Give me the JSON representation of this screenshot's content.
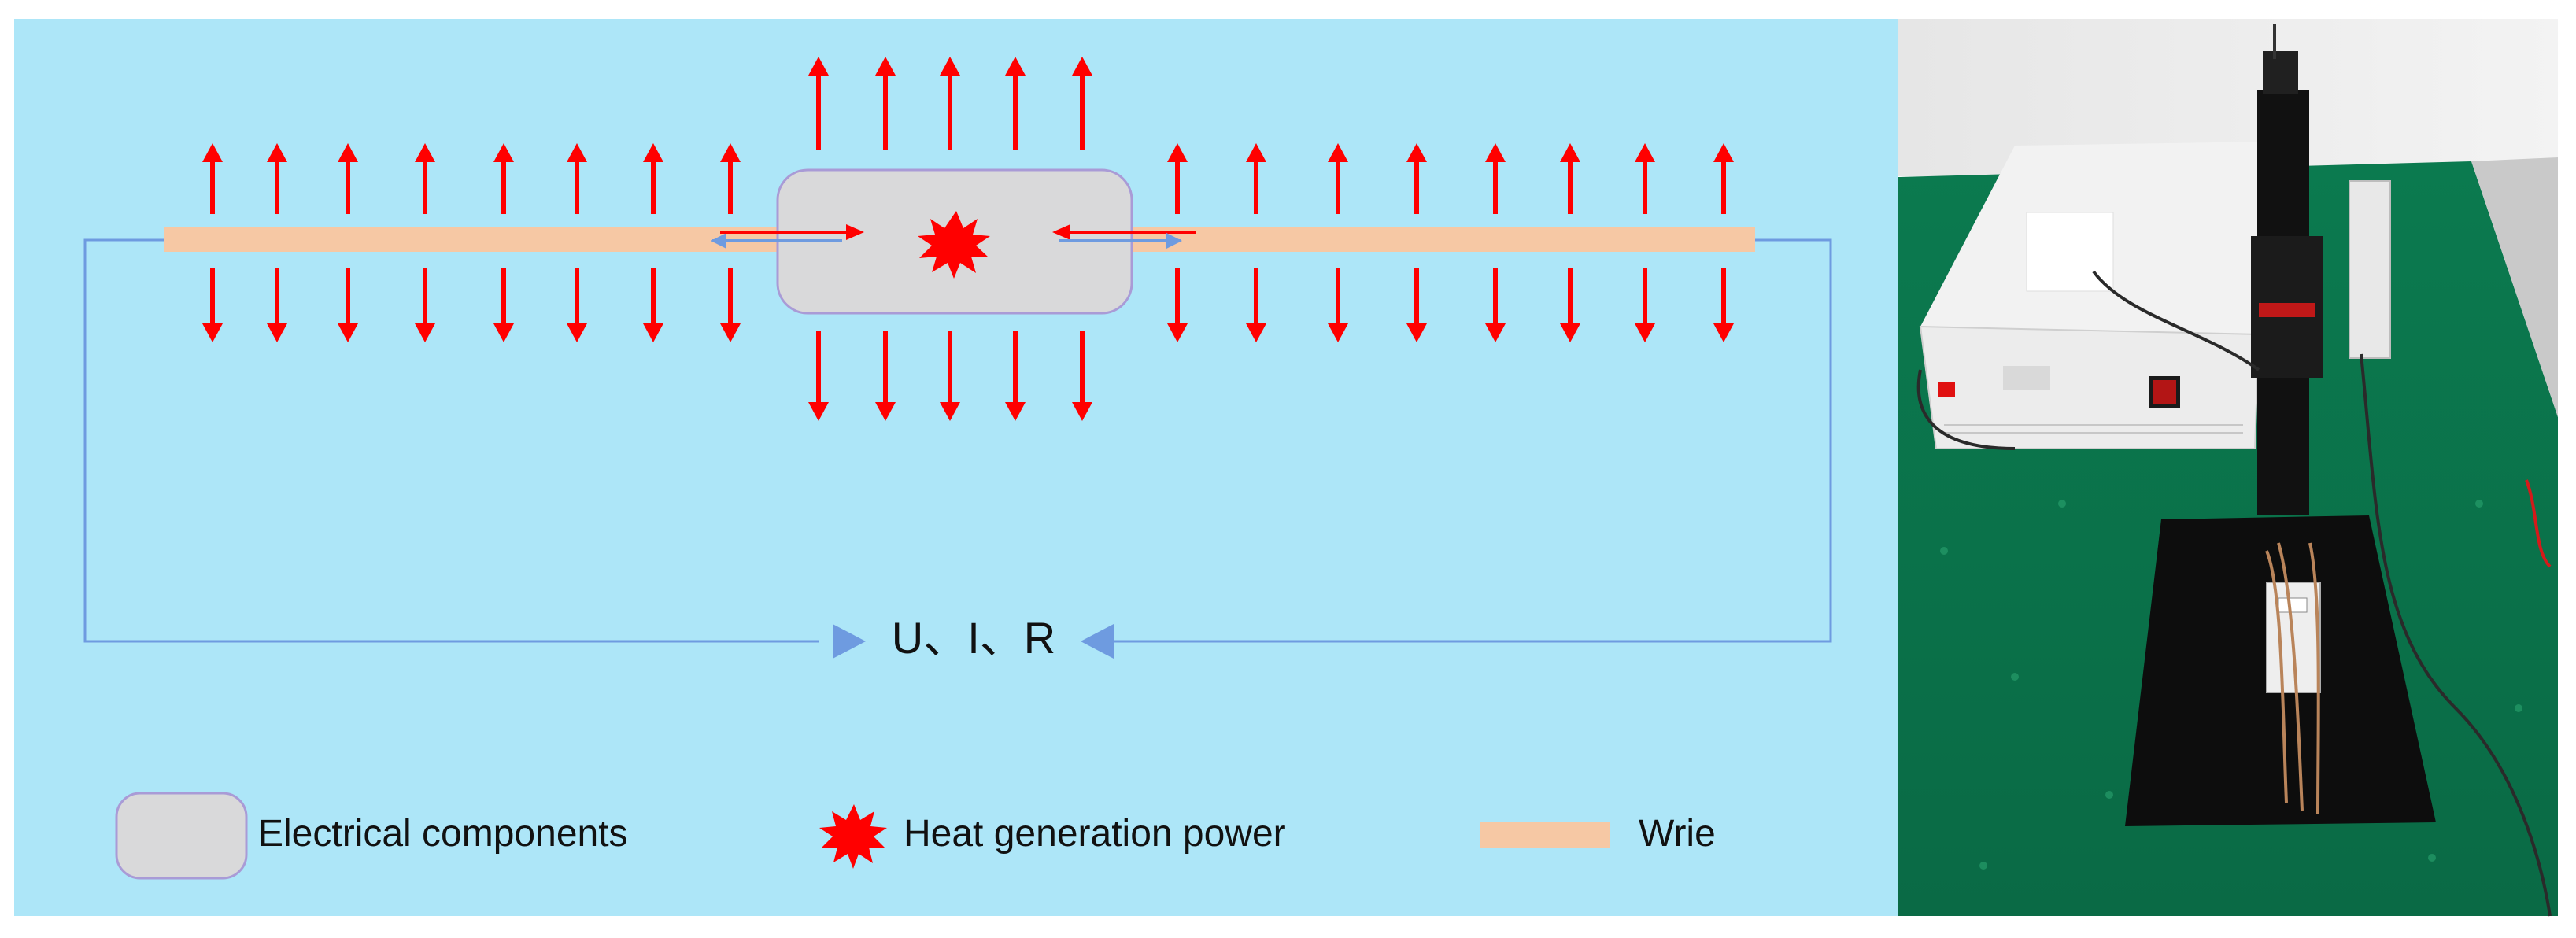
{
  "diagram": {
    "background_color": "#ade6f8",
    "arrow_color": "#ff0000",
    "wire_color": "#f6c8a4",
    "circuit_line_color": "#6e9be0",
    "component_fill": "#d9d9da",
    "measurement_label": "U、I、R",
    "legend": {
      "component_label": "Electrical components",
      "heat_label": "Heat generation power",
      "wire_label": "Wrie"
    }
  },
  "photo": {
    "description_icon": "experimental-setup-photo"
  }
}
